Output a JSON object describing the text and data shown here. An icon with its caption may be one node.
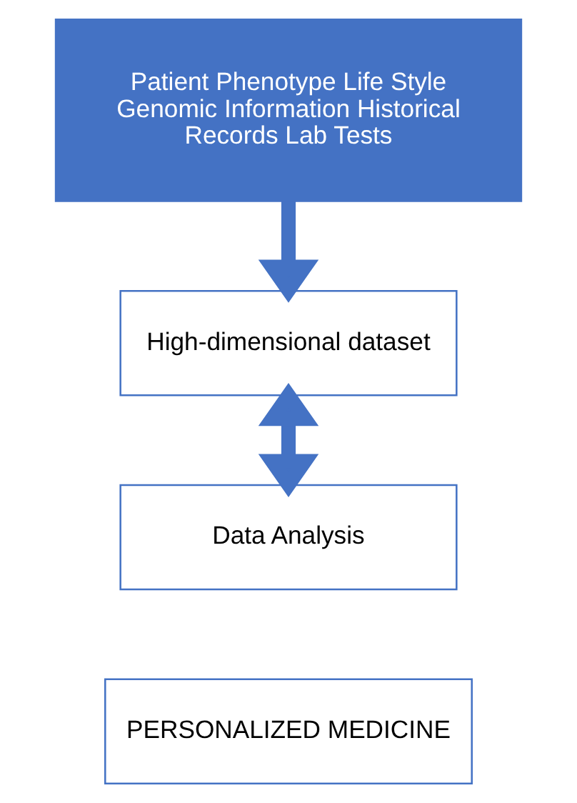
{
  "diagram": {
    "nodes": [
      {
        "text": [
          "Patient Phenotype Life Style Genomic Information Historical Records Lab Tests"
        ]
      },
      {
        "text": [
          "High-dimensional dataset"
        ]
      },
      {
        "text": [
          "Data Analysis"
        ]
      },
      {
        "text": [
          "PERSONALIZED MEDICINE"
        ]
      }
    ],
    "edges": [
      {
        "from": 0,
        "to": 1,
        "arrow": "to"
      },
      {
        "from": 1,
        "to": 2,
        "arrow": "both"
      }
    ]
  }
}
